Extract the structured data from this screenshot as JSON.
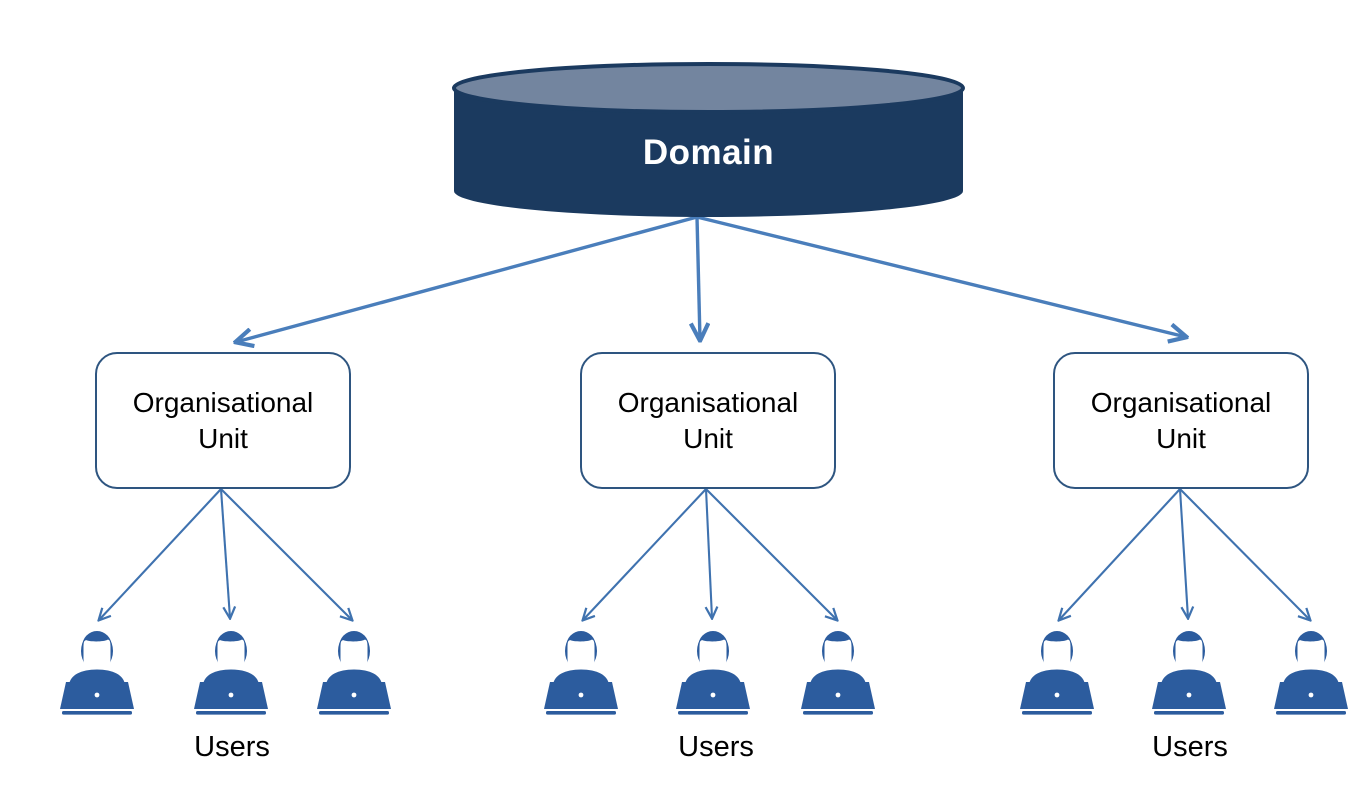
{
  "diagram": {
    "title_node": {
      "label": "Domain",
      "shape": "cylinder",
      "body_color": "#1b3a5f",
      "top_color": "#73859f",
      "text_color": "#ffffff"
    },
    "edge_color_primary": "#4a7ebb",
    "edge_color_secondary": "#3f72af",
    "box_border_color": "#2e5580",
    "icon_color": "#2c5c9e",
    "groups": [
      {
        "unit_label_line1": "Organisational",
        "unit_label_line2": "Unit",
        "users_label": "Users",
        "user_count": 3
      },
      {
        "unit_label_line1": "Organisational",
        "unit_label_line2": "Unit",
        "users_label": "Users",
        "user_count": 3
      },
      {
        "unit_label_line1": "Organisational",
        "unit_label_line2": "Unit",
        "users_label": "Users",
        "user_count": 3
      }
    ]
  }
}
